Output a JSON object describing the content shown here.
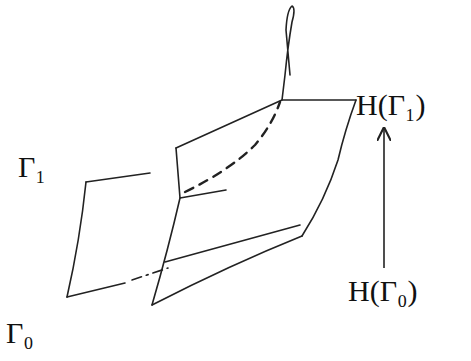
{
  "diagram": {
    "nodes": [
      {
        "text": [
          "H(Γ₁)"
        ]
      },
      {
        "text": [
          "H(Γ₀)"
        ]
      }
    ],
    "edges": [
      {
        "from": 1,
        "to": 0,
        "arrow": "to"
      }
    ],
    "labels": [
      "Γ₁",
      "Γ₀"
    ]
  }
}
